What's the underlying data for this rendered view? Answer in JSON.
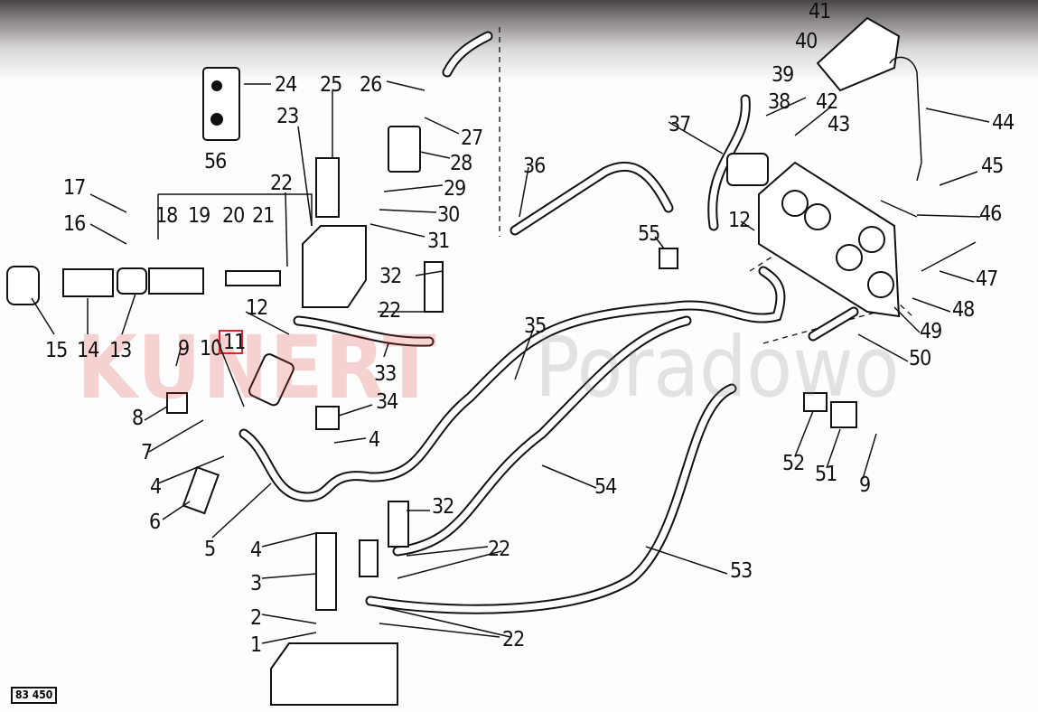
{
  "diagram": {
    "title": "Hydraulic piping exploded parts diagram",
    "drawing_code": "83 450",
    "highlighted_label": "11",
    "watermark": {
      "brand": "KUNERT",
      "place": "Poradowo"
    },
    "labels": [
      "41",
      "40",
      "39",
      "24",
      "25",
      "26",
      "23",
      "38",
      "42",
      "37",
      "43",
      "44",
      "27",
      "56",
      "28",
      "36",
      "45",
      "17",
      "22",
      "29",
      "18",
      "19",
      "20",
      "21",
      "30",
      "46",
      "16",
      "12",
      "55",
      "31",
      "47",
      "32",
      "12",
      "22",
      "48",
      "35",
      "49",
      "15",
      "14",
      "13",
      "9",
      "10",
      "11",
      "50",
      "33",
      "34",
      "8",
      "4",
      "7",
      "52",
      "51",
      "9",
      "54",
      "4",
      "32",
      "6",
      "5",
      "22",
      "4",
      "53",
      "3",
      "2",
      "1",
      "22"
    ],
    "colors": {
      "highlight": "#d9262c",
      "watermark_red": "#e23a3a",
      "ink": "#111111"
    }
  }
}
